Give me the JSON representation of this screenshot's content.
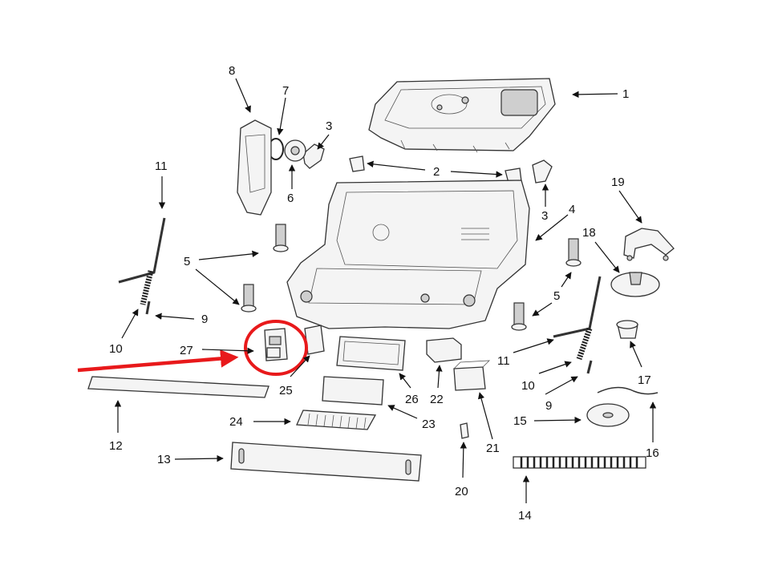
{
  "callouts": [
    {
      "id": "1",
      "text": "1"
    },
    {
      "id": "2",
      "text": "2"
    },
    {
      "id": "3a",
      "text": "3"
    },
    {
      "id": "3b",
      "text": "3"
    },
    {
      "id": "4",
      "text": "4"
    },
    {
      "id": "5a",
      "text": "5"
    },
    {
      "id": "5b",
      "text": "5"
    },
    {
      "id": "6",
      "text": "6"
    },
    {
      "id": "7",
      "text": "7"
    },
    {
      "id": "8",
      "text": "8"
    },
    {
      "id": "9a",
      "text": "9"
    },
    {
      "id": "9b",
      "text": "9"
    },
    {
      "id": "10a",
      "text": "10"
    },
    {
      "id": "10b",
      "text": "10"
    },
    {
      "id": "11a",
      "text": "11"
    },
    {
      "id": "11b",
      "text": "11"
    },
    {
      "id": "12",
      "text": "12"
    },
    {
      "id": "13",
      "text": "13"
    },
    {
      "id": "14",
      "text": "14"
    },
    {
      "id": "15",
      "text": "15"
    },
    {
      "id": "16",
      "text": "16"
    },
    {
      "id": "17",
      "text": "17"
    },
    {
      "id": "18",
      "text": "18"
    },
    {
      "id": "19",
      "text": "19"
    },
    {
      "id": "20",
      "text": "20"
    },
    {
      "id": "21",
      "text": "21"
    },
    {
      "id": "22",
      "text": "22"
    },
    {
      "id": "23",
      "text": "23"
    },
    {
      "id": "24",
      "text": "24"
    },
    {
      "id": "25",
      "text": "25"
    },
    {
      "id": "26",
      "text": "26"
    },
    {
      "id": "27",
      "text": "27"
    }
  ],
  "highlight": {
    "part": "27",
    "color": "#e8191b"
  },
  "colors": {
    "line": "#111111",
    "part_fill": "#f4f4f4",
    "highlight": "#e8191b"
  }
}
